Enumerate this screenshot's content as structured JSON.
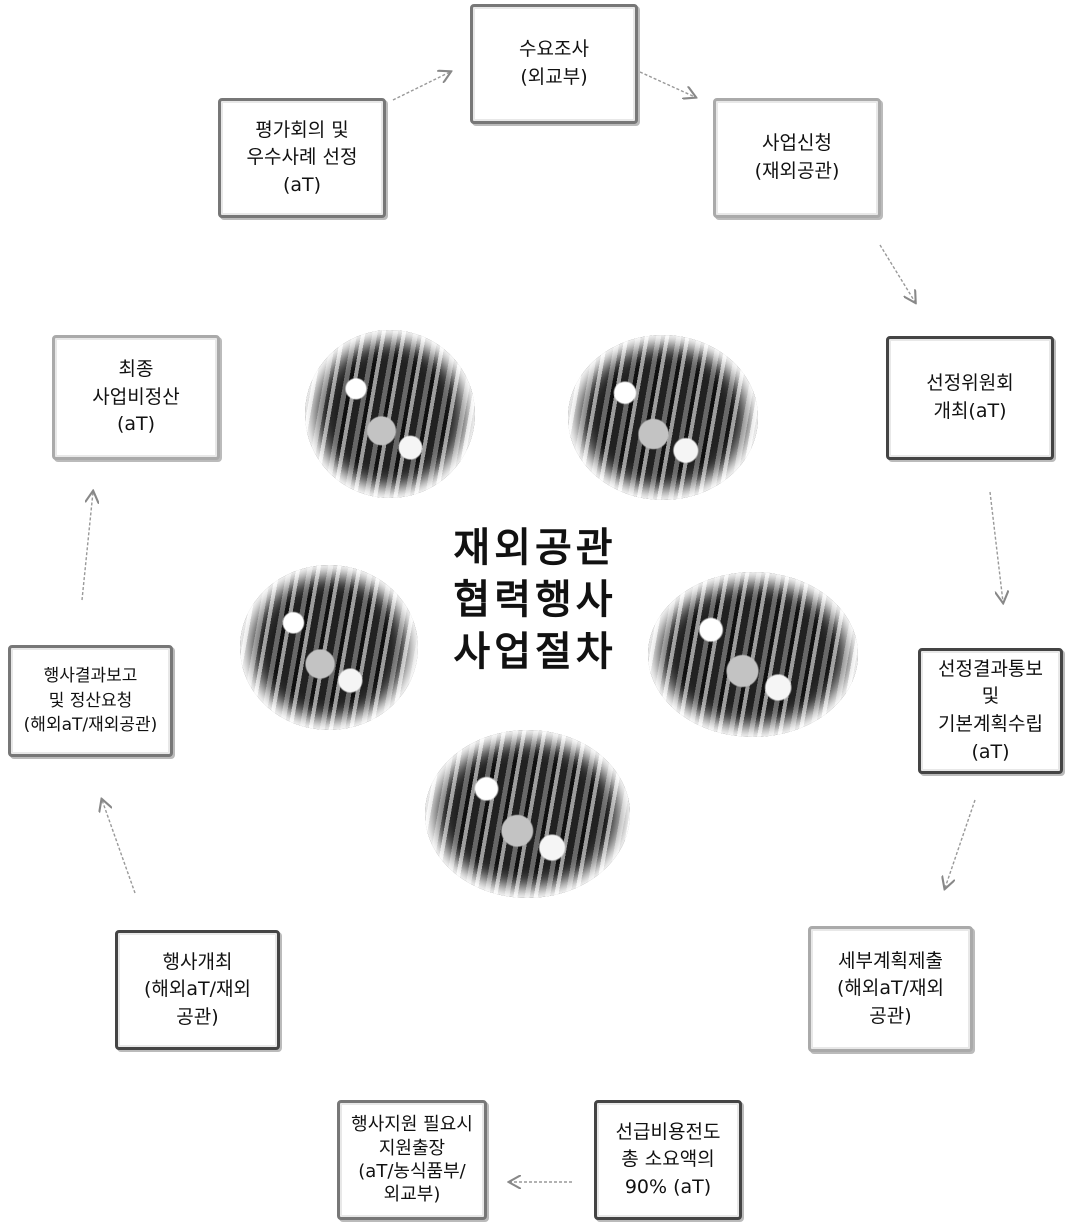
{
  "title_lines": [
    "재외공관",
    "협력행사",
    "사업절차"
  ],
  "steps": [
    {
      "id": "s1",
      "text": "수요조사\n(외교부)"
    },
    {
      "id": "s2",
      "text": "사업신청\n(재외공관)"
    },
    {
      "id": "s3",
      "text": "선정위원회\n개최(aT)"
    },
    {
      "id": "s4",
      "text": "선정결과통보 및\n기본계획수립\n(aT)"
    },
    {
      "id": "s5",
      "text": "세부계획제출\n(해외aT/재외\n공관)"
    },
    {
      "id": "s6",
      "text": "선급비용전도\n총 소요액의\n90% (aT)"
    },
    {
      "id": "s7",
      "text": "행사지원 필요시\n지원출장\n(aT/농식품부/\n외교부)"
    },
    {
      "id": "s8",
      "text": "행사개최\n(해외aT/재외\n공관)"
    },
    {
      "id": "s9",
      "text": "행사결과보고\n및 정산요청\n(해외aT/재외공관)"
    },
    {
      "id": "s10",
      "text": "최종\n사업비정산\n(aT)"
    },
    {
      "id": "s11",
      "text": "평가회의 및\n우수사례 선정\n(aT)"
    }
  ]
}
